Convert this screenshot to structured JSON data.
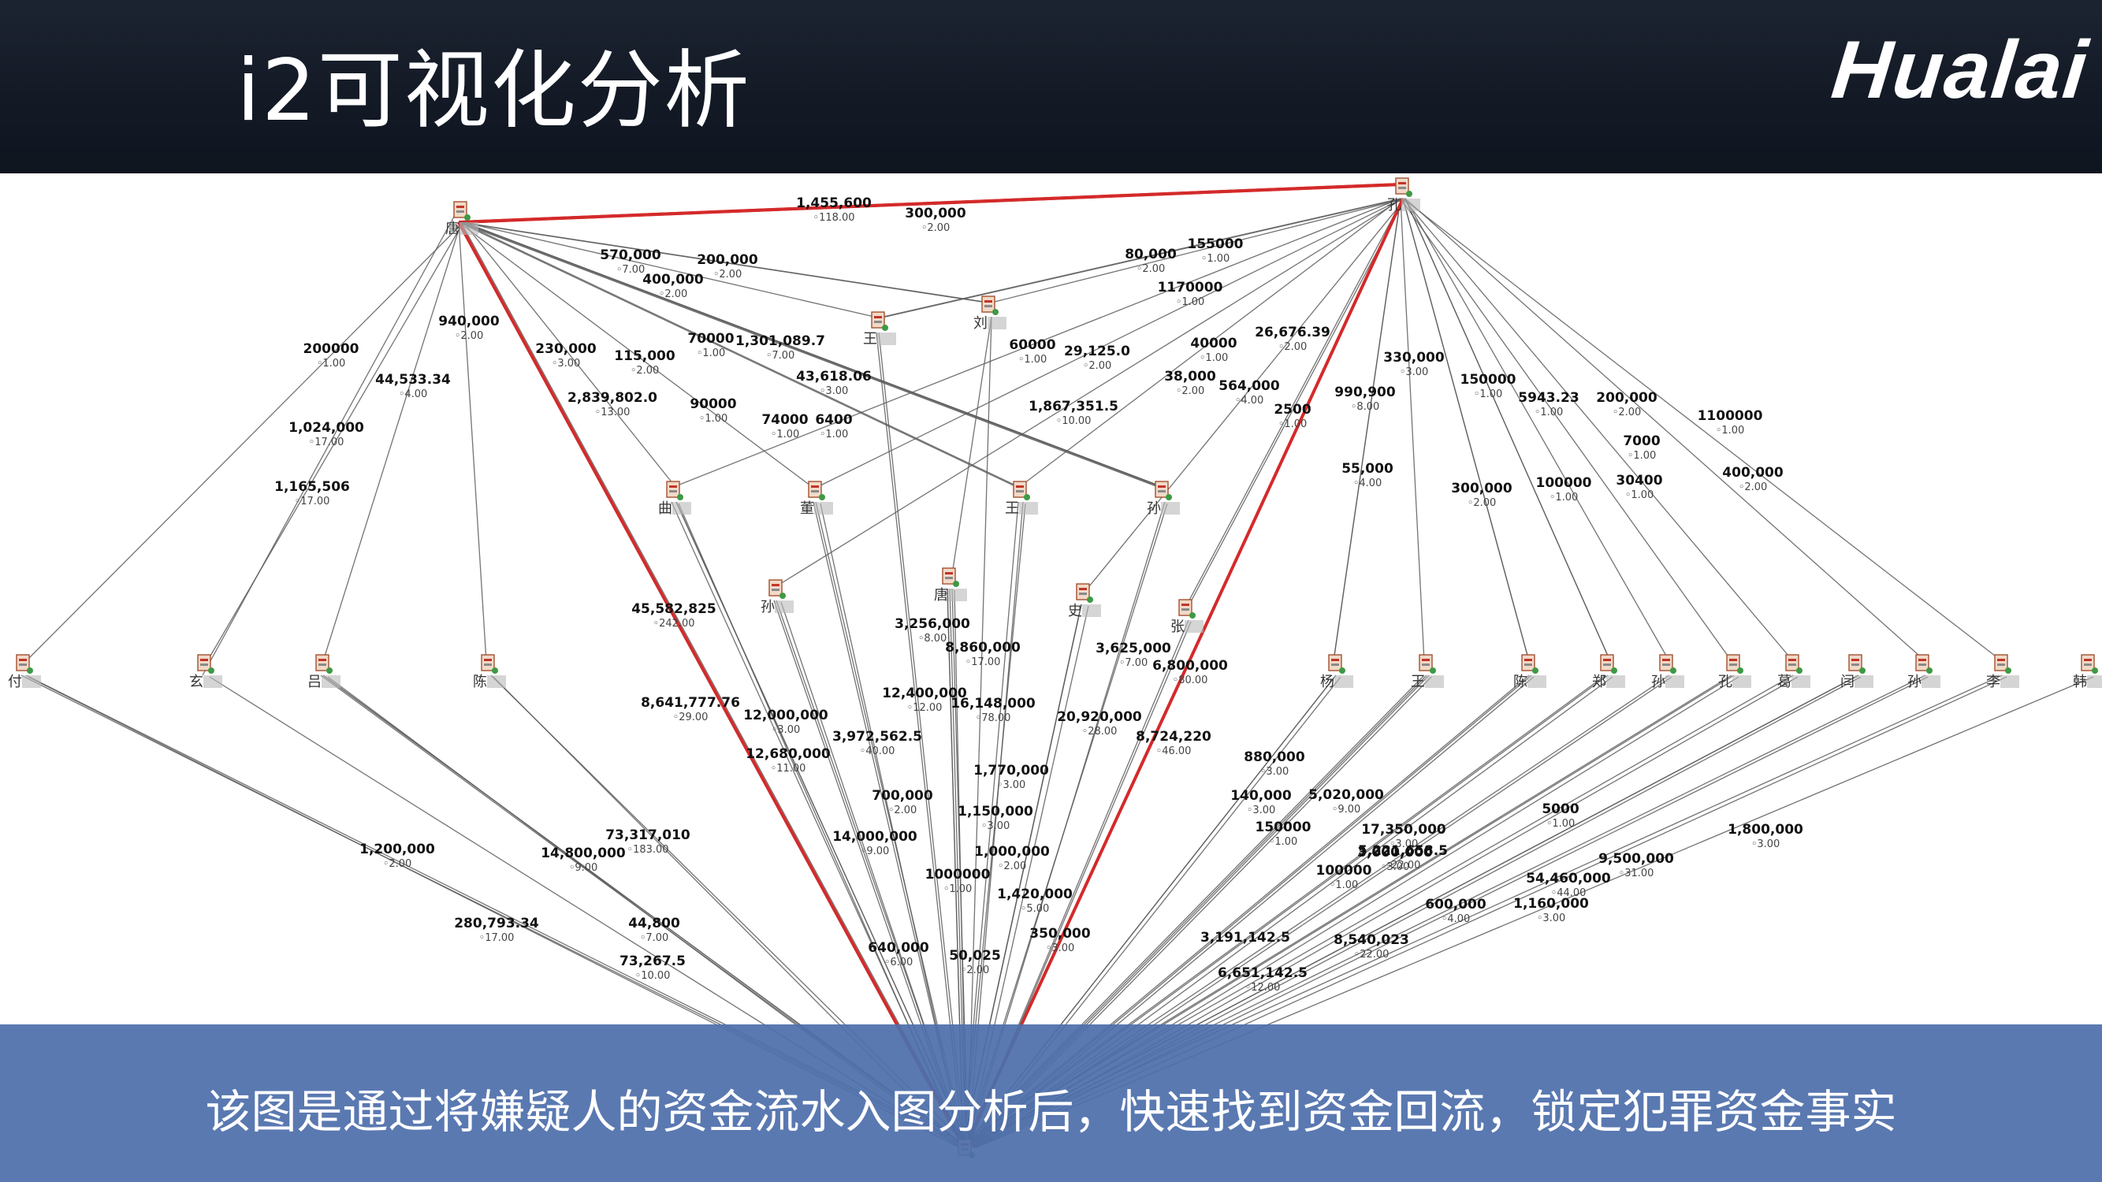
{
  "header": {
    "title": "i2可视化分析",
    "logo": "Hualai"
  },
  "caption": "该图是通过将嫌疑人的资金流水入图分析后，快速找到资金回流，锁定犯罪资金事实",
  "colors": {
    "header_bg": "#131a26",
    "caption_bg": "#4d6fab",
    "red_link": "#d42a2a",
    "link": "#5a5a5a"
  },
  "graph": {
    "node_icon": "person-node-icon",
    "nodes": [
      {
        "id": "tang",
        "label": "唐"
      },
      {
        "id": "kong",
        "label": "孔"
      },
      {
        "id": "liu",
        "label": "刘"
      },
      {
        "id": "wang1",
        "label": "王"
      },
      {
        "id": "qu",
        "label": "曲"
      },
      {
        "id": "dong",
        "label": "董"
      },
      {
        "id": "wang2",
        "label": "王"
      },
      {
        "id": "sun1",
        "label": "孙"
      },
      {
        "id": "sun2",
        "label": "孙"
      },
      {
        "id": "tang2",
        "label": "唐"
      },
      {
        "id": "shi",
        "label": "史"
      },
      {
        "id": "zhang",
        "label": "张"
      },
      {
        "id": "fu",
        "label": "付"
      },
      {
        "id": "hong",
        "label": "玄"
      },
      {
        "id": "lv",
        "label": "吕"
      },
      {
        "id": "chen1",
        "label": "陈"
      },
      {
        "id": "yang",
        "label": "杨"
      },
      {
        "id": "wang3",
        "label": "王"
      },
      {
        "id": "chen2",
        "label": "陈"
      },
      {
        "id": "zheng",
        "label": "郑"
      },
      {
        "id": "sun3",
        "label": "孙"
      },
      {
        "id": "kong2",
        "label": "孔"
      },
      {
        "id": "ge",
        "label": "葛"
      },
      {
        "id": "yan",
        "label": "闫"
      },
      {
        "id": "sun4",
        "label": "孙"
      },
      {
        "id": "li",
        "label": "李"
      },
      {
        "id": "han",
        "label": "韩"
      },
      {
        "id": "hub",
        "label": ""
      }
    ],
    "links": [
      {
        "amount": "1,455,600",
        "count": "118.00",
        "red": true
      },
      {
        "amount": "300,000",
        "count": "2.00",
        "red": true
      },
      {
        "amount": "570,000",
        "count": "7.00"
      },
      {
        "amount": "200,000",
        "count": "2.00"
      },
      {
        "amount": "400,000",
        "count": "2.00"
      },
      {
        "amount": "80,000",
        "count": "2.00"
      },
      {
        "amount": "155000",
        "count": "1.00"
      },
      {
        "amount": "1170000",
        "count": "1.00"
      },
      {
        "amount": "200000",
        "count": "1.00"
      },
      {
        "amount": "940,000",
        "count": "2.00"
      },
      {
        "amount": "230,000",
        "count": "3.00"
      },
      {
        "amount": "115,000",
        "count": "2.00"
      },
      {
        "amount": "70000",
        "count": "1.00"
      },
      {
        "amount": "1,301,089.7",
        "count": "7.00"
      },
      {
        "amount": "60000",
        "count": "1.00"
      },
      {
        "amount": "29,125.0",
        "count": "2.00"
      },
      {
        "amount": "40000",
        "count": "1.00"
      },
      {
        "amount": "26,676.39",
        "count": "2.00"
      },
      {
        "amount": "330,000",
        "count": "3.00"
      },
      {
        "amount": "44,533.34",
        "count": "4.00"
      },
      {
        "amount": "2,839,802.0",
        "count": "13.00"
      },
      {
        "amount": "43,618.06",
        "count": "3.00"
      },
      {
        "amount": "38,000",
        "count": "2.00"
      },
      {
        "amount": "564,000",
        "count": "4.00"
      },
      {
        "amount": "990,900",
        "count": "8.00"
      },
      {
        "amount": "150000",
        "count": "1.00"
      },
      {
        "amount": "5943.23",
        "count": "1.00"
      },
      {
        "amount": "200,000",
        "count": "2.00"
      },
      {
        "amount": "1100000",
        "count": "1.00"
      },
      {
        "amount": "1,024,000",
        "count": "17.00"
      },
      {
        "amount": "90000",
        "count": "1.00"
      },
      {
        "amount": "74000",
        "count": "1.00"
      },
      {
        "amount": "6400",
        "count": "1.00"
      },
      {
        "amount": "1,867,351.5",
        "count": "10.00"
      },
      {
        "amount": "2500",
        "count": "1.00"
      },
      {
        "amount": "7000",
        "count": "1.00"
      },
      {
        "amount": "55,000",
        "count": "4.00"
      },
      {
        "amount": "30400",
        "count": "1.00"
      },
      {
        "amount": "400,000",
        "count": "2.00"
      },
      {
        "amount": "1,165,506",
        "count": "17.00"
      },
      {
        "amount": "300,000",
        "count": "2.00"
      },
      {
        "amount": "100000",
        "count": "1.00"
      },
      {
        "amount": "45,582,825",
        "count": "242.00",
        "red": true
      },
      {
        "amount": "3,256,000",
        "count": "8.00"
      },
      {
        "amount": "8,860,000",
        "count": "17.00"
      },
      {
        "amount": "3,625,000",
        "count": "7.00"
      },
      {
        "amount": "6,800,000",
        "count": "80.00",
        "red": true
      },
      {
        "amount": "8,641,777.76",
        "count": "29.00"
      },
      {
        "amount": "12,000,000",
        "count": "3.00"
      },
      {
        "amount": "12,400,000",
        "count": "12.00"
      },
      {
        "amount": "16,148,000",
        "count": "78.00"
      },
      {
        "amount": "20,920,000",
        "count": "28.00"
      },
      {
        "amount": "3,972,562.5",
        "count": "40.00"
      },
      {
        "amount": "8,724,220",
        "count": "46.00"
      },
      {
        "amount": "12,680,000",
        "count": "11.00"
      },
      {
        "amount": "880,000",
        "count": "3.00"
      },
      {
        "amount": "1,770,000",
        "count": "3.00"
      },
      {
        "amount": "700,000",
        "count": "2.00"
      },
      {
        "amount": "140,000",
        "count": "3.00"
      },
      {
        "amount": "5,020,000",
        "count": "9.00"
      },
      {
        "amount": "1,150,000",
        "count": "3.00"
      },
      {
        "amount": "150000",
        "count": "1.00"
      },
      {
        "amount": "5000",
        "count": "1.00"
      },
      {
        "amount": "17,350,000",
        "count": "3.00"
      },
      {
        "amount": "5,221,658.5",
        "count": "22.00"
      },
      {
        "amount": "14,000,000",
        "count": "9.00"
      },
      {
        "amount": "73,317,010",
        "count": "183.00"
      },
      {
        "amount": "1,000,000",
        "count": "2.00"
      },
      {
        "amount": "1,800,000",
        "count": "3.00"
      },
      {
        "amount": "1,200,000",
        "count": "2.00"
      },
      {
        "amount": "14,800,000",
        "count": "9.00"
      },
      {
        "amount": "3,000,000",
        "count": "3.00"
      },
      {
        "amount": "9,500,000",
        "count": "31.00"
      },
      {
        "amount": "1000000",
        "count": "1.00"
      },
      {
        "amount": "100000",
        "count": "1.00"
      },
      {
        "amount": "54,460,000",
        "count": "44.00"
      },
      {
        "amount": "1,420,000",
        "count": "5.00"
      },
      {
        "amount": "600,000",
        "count": "4.00"
      },
      {
        "amount": "1,160,000",
        "count": "3.00"
      },
      {
        "amount": "280,793.34",
        "count": "17.00"
      },
      {
        "amount": "44,800",
        "count": "7.00"
      },
      {
        "amount": "350,000",
        "count": "3.00"
      },
      {
        "amount": "3,191,142.5",
        "count": ""
      },
      {
        "amount": "8,540,023",
        "count": "22.00"
      },
      {
        "amount": "640,000",
        "count": "6.00"
      },
      {
        "amount": "50,025",
        "count": "2.00"
      },
      {
        "amount": "73,267.5",
        "count": "10.00"
      },
      {
        "amount": "6,651,142.5",
        "count": "12.00"
      }
    ]
  }
}
